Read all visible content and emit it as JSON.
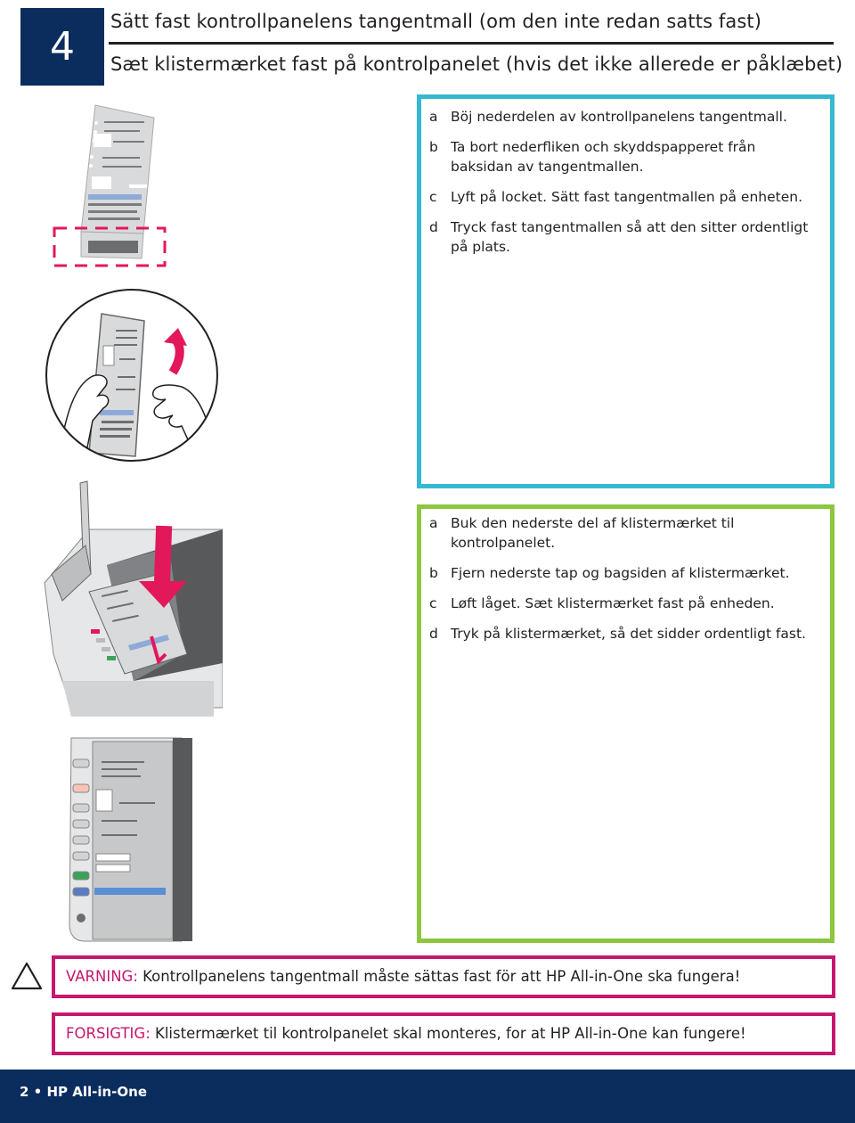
{
  "step": {
    "number": "4"
  },
  "titles": {
    "swedish": "Sätt fast kontrollpanelens tangentmall (om den inte redan satts fast)",
    "danish": "Sæt klistermærket fast på kontrolpanelet (hvis det ikke allerede er påklæbet)"
  },
  "instructions_sv": [
    {
      "letter": "a",
      "text": "Böj nederdelen av kontrollpanelens tangentmall."
    },
    {
      "letter": "b",
      "text": "Ta bort nederfliken och skyddspapperet från baksidan av tangentmallen."
    },
    {
      "letter": "c",
      "text": "Lyft på locket. Sätt fast tangentmallen på enheten."
    },
    {
      "letter": "d",
      "text": "Tryck fast tangentmallen så att den sitter ordentligt på plats."
    }
  ],
  "instructions_da": [
    {
      "letter": "a",
      "text": "Buk den nederste del af klistermærket til kontrolpanelet."
    },
    {
      "letter": "b",
      "text": "Fjern nederste tap og bagsiden af klistermærket."
    },
    {
      "letter": "c",
      "text": "Løft låget. Sæt klistermærket fast på enheden."
    },
    {
      "letter": "d",
      "text": "Tryk på klistermærket, så det sidder ordentligt fast."
    }
  ],
  "warnings": {
    "sv_label": "VARNING:",
    "sv_text": " Kontrollpanelens tangentmall måste sättas fast för att HP All-in-One ska fungera!",
    "da_label": "FORSIGTIG:",
    "da_text": " Klistermærket til kontrolpanelet skal monteres, for at HP All-in-One kan fungere!"
  },
  "footer": {
    "text": "2 • HP All-in-One"
  },
  "icons": {
    "warning": "warning-triangle-icon"
  },
  "colors": {
    "navy": "#0b2d5e",
    "cyan_frame": "#35b8d2",
    "green_frame": "#8dc63f",
    "magenta_warning": "#c6186e",
    "arrow_pink": "#e2185b"
  }
}
